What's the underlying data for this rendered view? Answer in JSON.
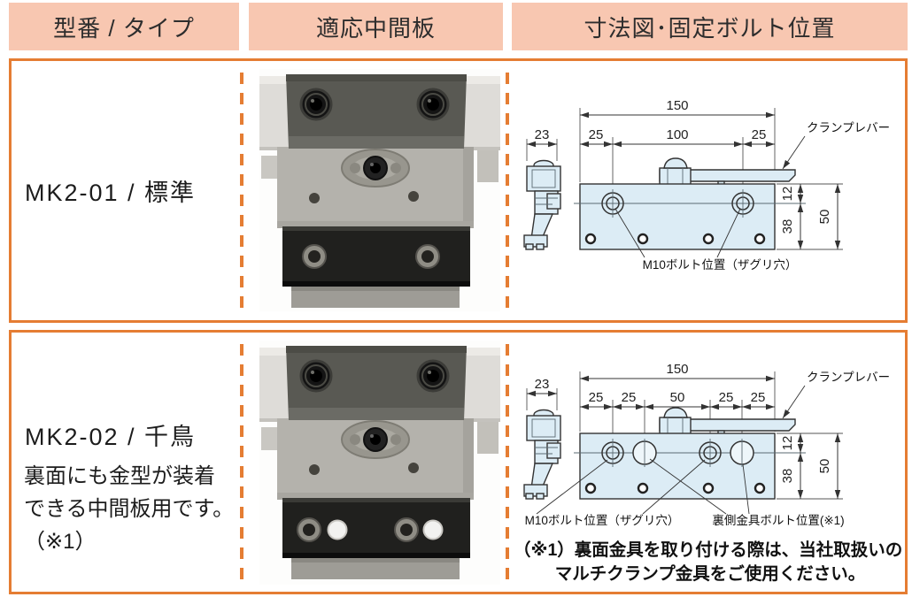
{
  "header": {
    "columns": [
      {
        "label": "型番 / タイプ"
      },
      {
        "label": "適応中間板"
      },
      {
        "label": "寸法図･固定ボルト位置"
      }
    ]
  },
  "rows": [
    {
      "model": "MK2-01 / 標準",
      "drawing": {
        "overall": "150",
        "side": "23",
        "top_dims": [
          "25",
          "100",
          "25"
        ],
        "h12": "12",
        "h38": "38",
        "h50": "50",
        "lever_label": "クランプレバー",
        "m10_label": "M10ボルト位置（ザグリ穴）"
      }
    },
    {
      "model": "MK2-02 / 千鳥",
      "description_lines": [
        "裏面にも金型が装着",
        "できる中間板用です。",
        "（※1）"
      ],
      "drawing": {
        "overall": "150",
        "side": "23",
        "top_dims": [
          "25",
          "25",
          "50",
          "25",
          "25"
        ],
        "h12": "12",
        "h38": "38",
        "h50": "50",
        "lever_label": "クランプレバー",
        "m10_label": "M10ボルト位置（ザグリ穴）",
        "rear_label": "裏側金具ボルト位置(※1)"
      },
      "note_lines": [
        "（※1）裏面金具を取り付ける際は、当社取扱いの",
        "マルチクランプ金具をご使用ください。"
      ]
    }
  ],
  "colors": {
    "header_bg": "#f8c7b1",
    "border_orange": "#e57d33",
    "drawing_fill": "#dcecf5"
  }
}
